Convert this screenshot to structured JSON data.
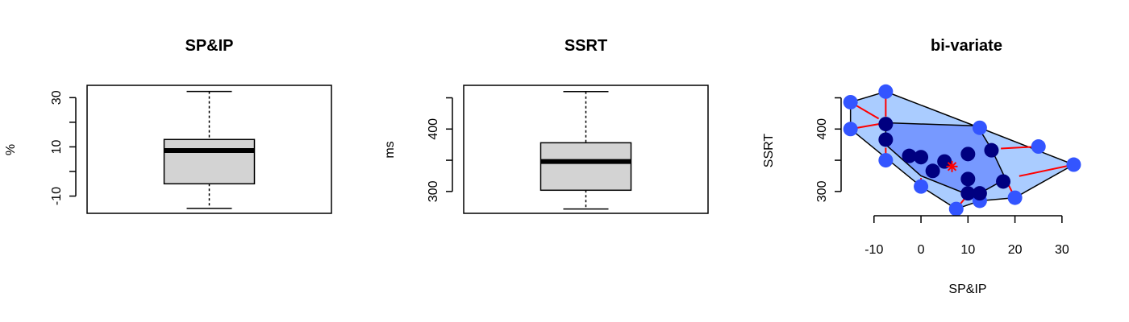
{
  "chart_data": [
    {
      "type": "box",
      "title": "SP&IP",
      "ylabel": "%",
      "ylim": [
        -17,
        35
      ],
      "yticks": [
        30,
        20,
        10,
        0,
        -10
      ],
      "ytick_labels": [
        "30",
        "10",
        "-10"
      ],
      "stats": {
        "min": -15,
        "q1": -5,
        "median": 8.5,
        "q3": 13,
        "max": 32.5
      },
      "box_color": "#d3d3d3"
    },
    {
      "type": "box",
      "title": "SSRT",
      "ylabel": "ms",
      "ylim": [
        265,
        470
      ],
      "yticks": [
        450,
        400,
        350,
        300
      ],
      "ytick_labels": [
        "400",
        "300"
      ],
      "stats": {
        "min": 272,
        "q1": 302,
        "median": 348,
        "q3": 378,
        "max": 460
      },
      "box_color": "#d3d3d3"
    },
    {
      "type": "scatter",
      "title": "bi-variate",
      "xlabel": "SP&IP",
      "ylabel": "SSRT",
      "xlim": [
        -17,
        35
      ],
      "ylim": [
        265,
        470
      ],
      "xticks": [
        -10,
        0,
        10,
        20,
        30
      ],
      "yticks": [
        450,
        400,
        350,
        300
      ],
      "ytick_labels": [
        "400",
        "300"
      ],
      "center": [
        6.6,
        340
      ],
      "inner_points": [
        [
          -7.5,
          408
        ],
        [
          -7.5,
          383
        ],
        [
          -2.5,
          357
        ],
        [
          0,
          355
        ],
        [
          2.5,
          333
        ],
        [
          5,
          348
        ],
        [
          10,
          360
        ],
        [
          15,
          366
        ],
        [
          17.5,
          316
        ],
        [
          10,
          320
        ],
        [
          10,
          297
        ],
        [
          12.5,
          297
        ]
      ],
      "outer_points": [
        [
          -7.5,
          460
        ],
        [
          -15,
          443
        ],
        [
          -15,
          400
        ],
        [
          -7.5,
          350
        ],
        [
          0,
          308
        ],
        [
          7.5,
          272
        ],
        [
          12.5,
          285
        ],
        [
          20,
          290
        ],
        [
          32.5,
          343
        ],
        [
          25,
          372
        ],
        [
          12.5,
          402
        ]
      ],
      "bag": [
        [
          -7.5,
          410
        ],
        [
          12,
          405
        ],
        [
          15,
          368
        ],
        [
          18,
          320
        ],
        [
          12.5,
          297
        ],
        [
          10,
          295
        ],
        [
          0,
          325
        ],
        [
          -7.5,
          375
        ]
      ],
      "fence": [
        [
          -7.5,
          460
        ],
        [
          12.5,
          402
        ],
        [
          32.5,
          343
        ],
        [
          20,
          290
        ],
        [
          12.5,
          285
        ],
        [
          7.5,
          272
        ],
        [
          0,
          308
        ],
        [
          -15,
          400
        ],
        [
          -15,
          443
        ]
      ],
      "colors": {
        "fence": "#aaccff",
        "bag": "#7799ff",
        "inner": "#000080",
        "outer": "#3355ff",
        "spokes": "#ff0000",
        "center": "#ff0000"
      }
    }
  ]
}
